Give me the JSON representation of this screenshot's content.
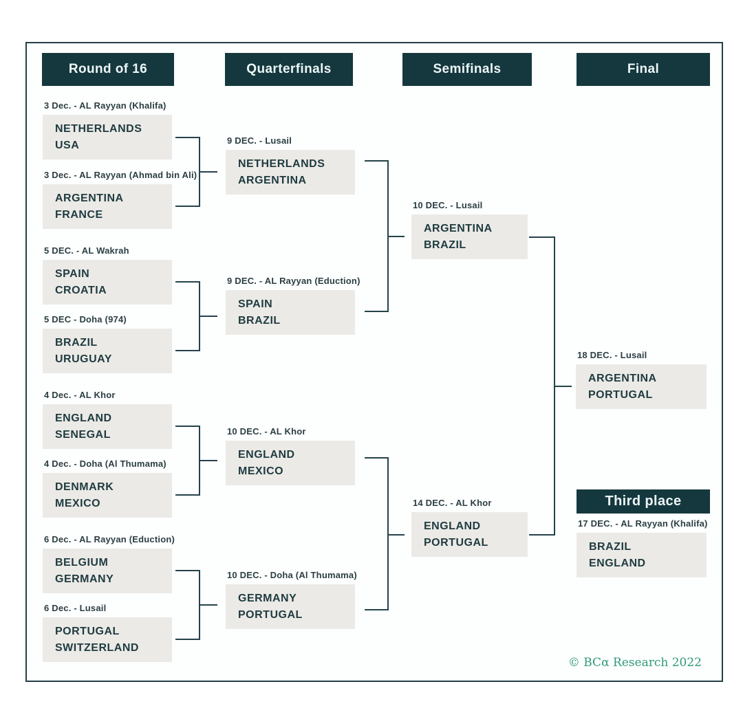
{
  "columns": [
    "Round of 16",
    "Quarterfinals",
    "Semifinals",
    "Final"
  ],
  "third_place_label": "Third place",
  "matches": {
    "round_of_16": [
      {
        "date": "3 Dec. - AL Rayyan (Khalifa)",
        "teams": [
          "NETHERLANDS",
          "USA"
        ]
      },
      {
        "date": "3 Dec. - AL Rayyan (Ahmad bin Ali)",
        "teams": [
          "ARGENTINA",
          "FRANCE"
        ]
      },
      {
        "date": "5 DEC. - AL Wakrah",
        "teams": [
          "SPAIN",
          "CROATIA"
        ]
      },
      {
        "date": "5 DEC - Doha (974)",
        "teams": [
          "BRAZIL",
          "URUGUAY"
        ]
      },
      {
        "date": "4 Dec. - AL Khor",
        "teams": [
          "ENGLAND",
          "SENEGAL"
        ]
      },
      {
        "date": "4 Dec. - Doha (Al Thumama)",
        "teams": [
          "DENMARK",
          "MEXICO"
        ]
      },
      {
        "date": "6 Dec. - AL Rayyan (Eduction)",
        "teams": [
          "BELGIUM",
          "GERMANY"
        ]
      },
      {
        "date": "6 Dec. - Lusail",
        "teams": [
          "PORTUGAL",
          "SWITZERLAND"
        ]
      }
    ],
    "quarterfinals": [
      {
        "date": "9 DEC. - Lusail",
        "teams": [
          "NETHERLANDS",
          "ARGENTINA"
        ]
      },
      {
        "date": "9 DEC. - AL Rayyan (Eduction)",
        "teams": [
          "SPAIN",
          "BRAZIL"
        ]
      },
      {
        "date": "10 DEC. - AL Khor",
        "teams": [
          "ENGLAND",
          "MEXICO"
        ]
      },
      {
        "date": "10 DEC. - Doha (Al Thumama)",
        "teams": [
          "GERMANY",
          "PORTUGAL"
        ]
      }
    ],
    "semifinals": [
      {
        "date": "10 DEC. - Lusail",
        "teams": [
          "ARGENTINA",
          "BRAZIL"
        ]
      },
      {
        "date": "14 DEC. - AL Khor",
        "teams": [
          "ENGLAND",
          "PORTUGAL"
        ]
      }
    ],
    "final": [
      {
        "date": "18 DEC. - Lusail",
        "teams": [
          "ARGENTINA",
          "PORTUGAL"
        ]
      }
    ],
    "third_place": [
      {
        "date": "17 DEC. - AL Rayyan (Khalifa)",
        "teams": [
          "BRAZIL",
          "ENGLAND"
        ]
      }
    ]
  },
  "footer": {
    "credit": "© BCα Research 2022"
  },
  "colors": {
    "header_bg": "#15383e",
    "header_text": "#edf6f6",
    "box_bg": "#eceae6",
    "team_text": "#1e3b41",
    "line": "#24424a",
    "credit_text": "#2f9a7a"
  }
}
